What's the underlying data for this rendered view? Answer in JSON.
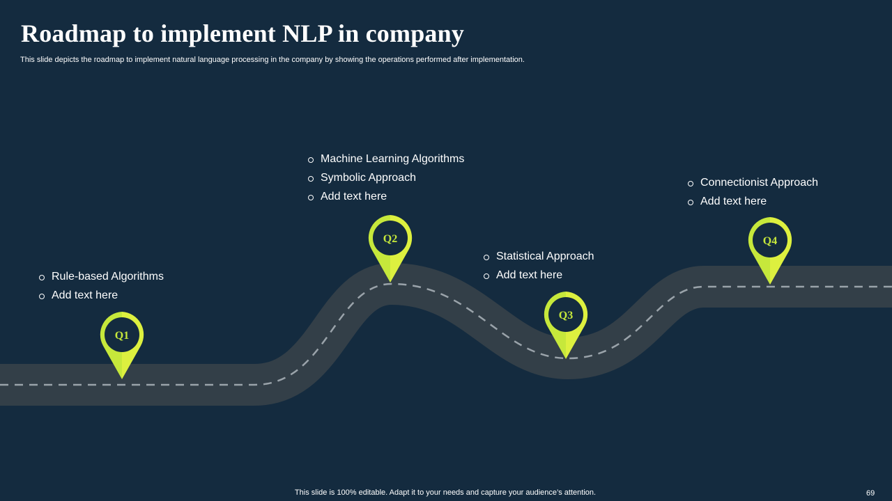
{
  "header": {
    "title": "Roadmap to implement NLP in company",
    "subtitle": "This slide depicts the roadmap to implement natural language processing in the company by showing the operations performed after implementation."
  },
  "milestones": [
    {
      "label": "Q1",
      "items": [
        "Rule-based Algorithms",
        "Add text here"
      ]
    },
    {
      "label": "Q2",
      "items": [
        "Machine Learning Algorithms",
        "Symbolic Approach",
        "Add text here"
      ]
    },
    {
      "label": "Q3",
      "items": [
        "Statistical Approach",
        "Add text here"
      ]
    },
    {
      "label": "Q4",
      "items": [
        "Connectionist Approach",
        "Add text here"
      ]
    }
  ],
  "footer": {
    "note": "This slide is 100% editable. Adapt it to your needs and capture your audience’s attention.",
    "page_number": "69"
  },
  "colors": {
    "background": "#142b3f",
    "road": "#333f48",
    "lane_marking": "#9aa3aa",
    "pin_outer": "#c6e83b",
    "pin_tip": "#ddf03f",
    "pin_inner": "#142b3f",
    "pin_text": "#c6e83b"
  }
}
